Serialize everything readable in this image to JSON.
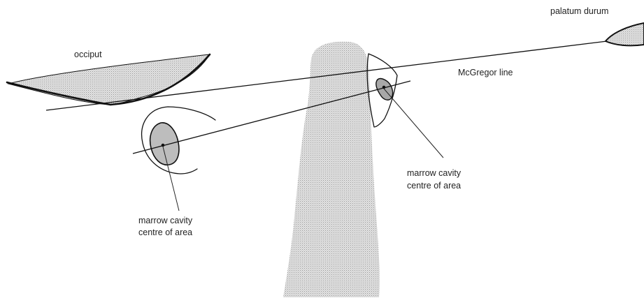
{
  "labels": {
    "palatum_durum": "palatum durum",
    "occiput": "occiput",
    "mcgregor_line": "McGregor line",
    "marrow_right_1": "marrow cavity",
    "marrow_right_2": "centre of area",
    "marrow_left_1": "marrow cavity",
    "marrow_left_2": "centre of area"
  },
  "colors": {
    "ink": "#111111",
    "bone_fill": "#d4d4d4",
    "background": "#ffffff"
  }
}
